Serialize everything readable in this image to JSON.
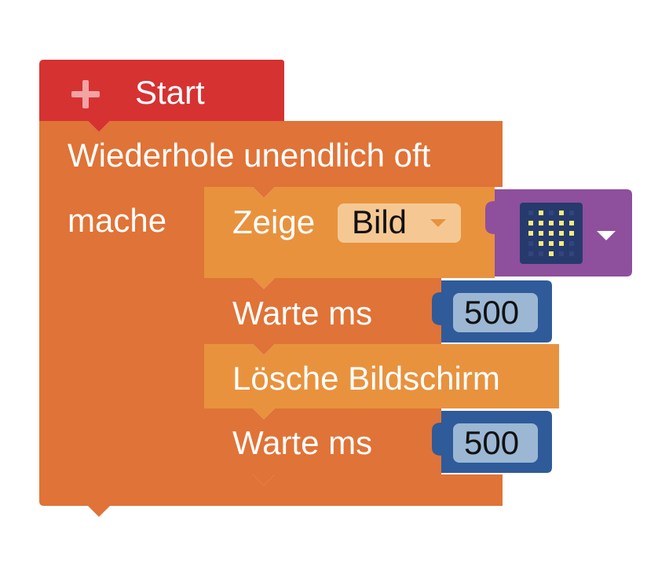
{
  "blocks": {
    "start": {
      "label": "Start",
      "icon": "plus-icon",
      "color": "#d63232"
    },
    "loop": {
      "label": "Wiederhole unendlich oft",
      "do_label": "mache",
      "color": "#e07337"
    },
    "show_image": {
      "label": "Zeige",
      "dropdown_value": "Bild",
      "color": "#e8923e",
      "image_block": {
        "icon": "heart-matrix-icon",
        "color": "#8e4f9d"
      }
    },
    "wait_1": {
      "label": "Warte ms",
      "value": "500",
      "color": "#e07337"
    },
    "clear_screen": {
      "label": "Lösche Bildschirm",
      "color": "#e8923e"
    },
    "wait_2": {
      "label": "Warte ms",
      "value": "500",
      "color": "#e07337"
    }
  },
  "number_block_color": "#2f5b9a",
  "number_field_color": "#9bb7d3"
}
